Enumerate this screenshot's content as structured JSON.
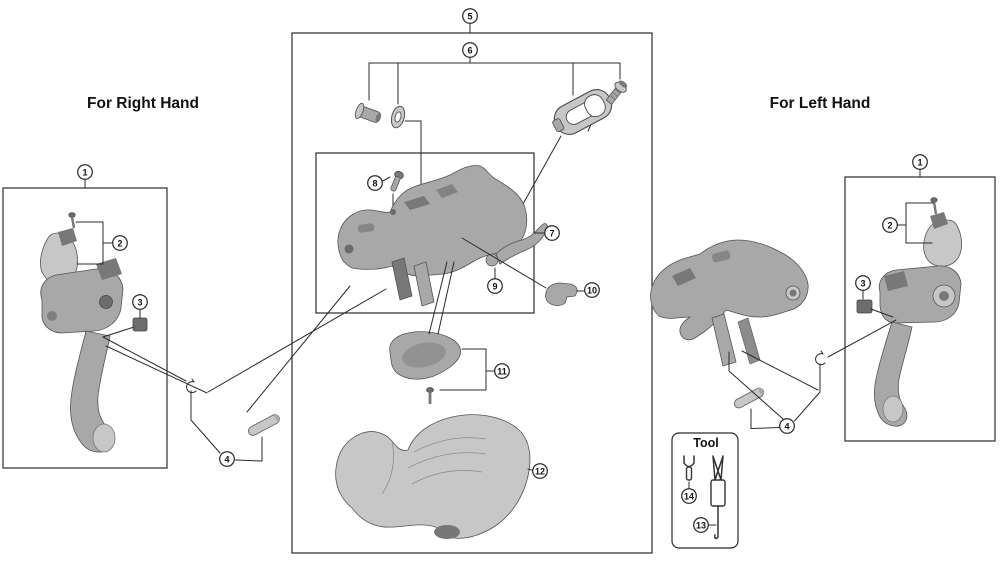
{
  "labels": {
    "right_hand": "For Right Hand",
    "left_hand": "For Left Hand",
    "tool": "Tool"
  },
  "callouts": {
    "n1": "1",
    "n2": "2",
    "n3": "3",
    "n4": "4",
    "n5": "5",
    "n6": "6",
    "n7": "7",
    "n8": "8",
    "n9": "9",
    "n10": "10",
    "n11": "11",
    "n12": "12",
    "n13": "13",
    "n14": "14"
  },
  "colors": {
    "background": "#ffffff",
    "line": "#2b2b2b",
    "part_light": "#c7c7c7",
    "part_mid": "#a8a8a8",
    "part_dark": "#787878",
    "text": "#111111"
  }
}
